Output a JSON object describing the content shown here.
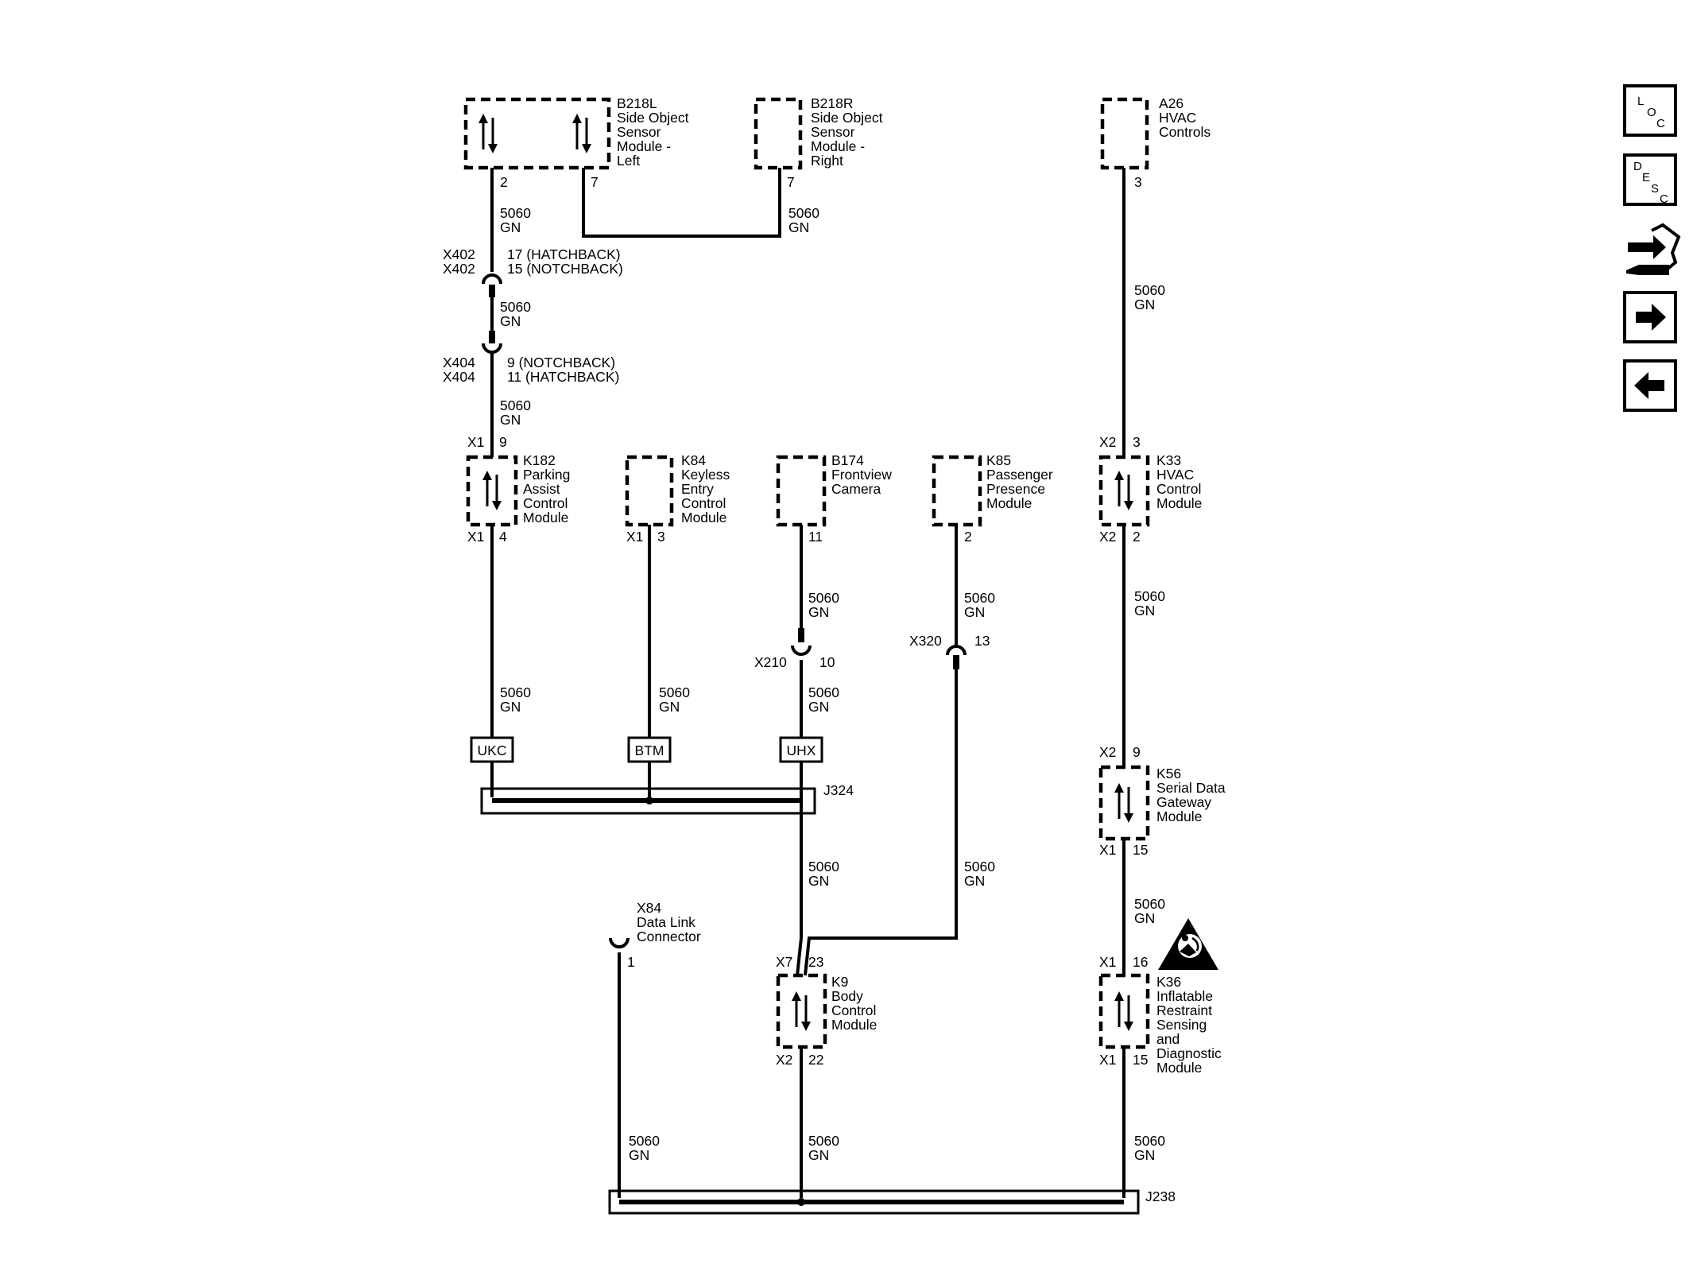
{
  "components": {
    "b218l": {
      "id": "B218L",
      "lines": [
        "Side Object",
        "Sensor",
        "Module -",
        "Left"
      ],
      "pin_a": "2",
      "pin_b": "7"
    },
    "b218r": {
      "id": "B218R",
      "lines": [
        "Side Object",
        "Sensor",
        "Module -",
        "Right"
      ],
      "pin": "7"
    },
    "a26": {
      "id": "A26",
      "lines": [
        "HVAC",
        "Controls"
      ],
      "pin": "3"
    },
    "k182": {
      "id": "K182",
      "lines": [
        "Parking",
        "Assist",
        "Control",
        "Module"
      ],
      "top_conn": "X1",
      "top_pin": "9",
      "bot_conn": "X1",
      "bot_pin": "4"
    },
    "k84": {
      "id": "K84",
      "lines": [
        "Keyless",
        "Entry",
        "Control",
        "Module"
      ],
      "bot_conn": "X1",
      "bot_pin": "3"
    },
    "b174": {
      "id": "B174",
      "lines": [
        "Frontview",
        "Camera"
      ],
      "bot_pin": "11"
    },
    "k85": {
      "id": "K85",
      "lines": [
        "Passenger",
        "Presence",
        "Module"
      ],
      "bot_pin": "2"
    },
    "k33": {
      "id": "K33",
      "lines": [
        "HVAC",
        "Control",
        "Module"
      ],
      "top_conn": "X2",
      "top_pin": "3",
      "bot_conn": "X2",
      "bot_pin": "2"
    },
    "k56": {
      "id": "K56",
      "lines": [
        "Serial Data",
        "Gateway",
        "Module"
      ],
      "top_conn": "X2",
      "top_pin": "9",
      "bot_conn": "X1",
      "bot_pin": "15"
    },
    "k9": {
      "id": "K9",
      "lines": [
        "Body",
        "Control",
        "Module"
      ],
      "top_conn": "X7",
      "top_pin": "23",
      "bot_conn": "X2",
      "bot_pin": "22"
    },
    "k36": {
      "id": "K36",
      "lines": [
        "Inflatable",
        "Restraint",
        "Sensing",
        "and",
        "Diagnostic",
        "Module"
      ],
      "top_conn": "X1",
      "top_pin": "16",
      "bot_conn": "X1",
      "bot_pin": "15"
    },
    "x84": {
      "id": "X84",
      "lines": [
        "Data Link",
        "Connector"
      ],
      "pin": "1"
    }
  },
  "wire": {
    "circuit": "5060",
    "color": "GN"
  },
  "connectors": {
    "x402": {
      "a": "X402",
      "b": "X402",
      "pin_a": "17 (HATCHBACK)",
      "pin_b": "15 (NOTCHBACK)"
    },
    "x404": {
      "a": "X404",
      "b": "X404",
      "pin_a": "9 (NOTCHBACK)",
      "pin_b": "11 (HATCHBACK)"
    },
    "x210": {
      "id": "X210",
      "pin": "10"
    },
    "x320": {
      "id": "X320",
      "pin": "13"
    }
  },
  "splice_tags": [
    "UKC",
    "BTM",
    "UHX"
  ],
  "splices": {
    "j324": "J324",
    "j238": "J238"
  },
  "nav": {
    "loc": [
      "L",
      "O",
      "C"
    ],
    "desc": [
      "D",
      "E",
      "S",
      "C"
    ]
  }
}
